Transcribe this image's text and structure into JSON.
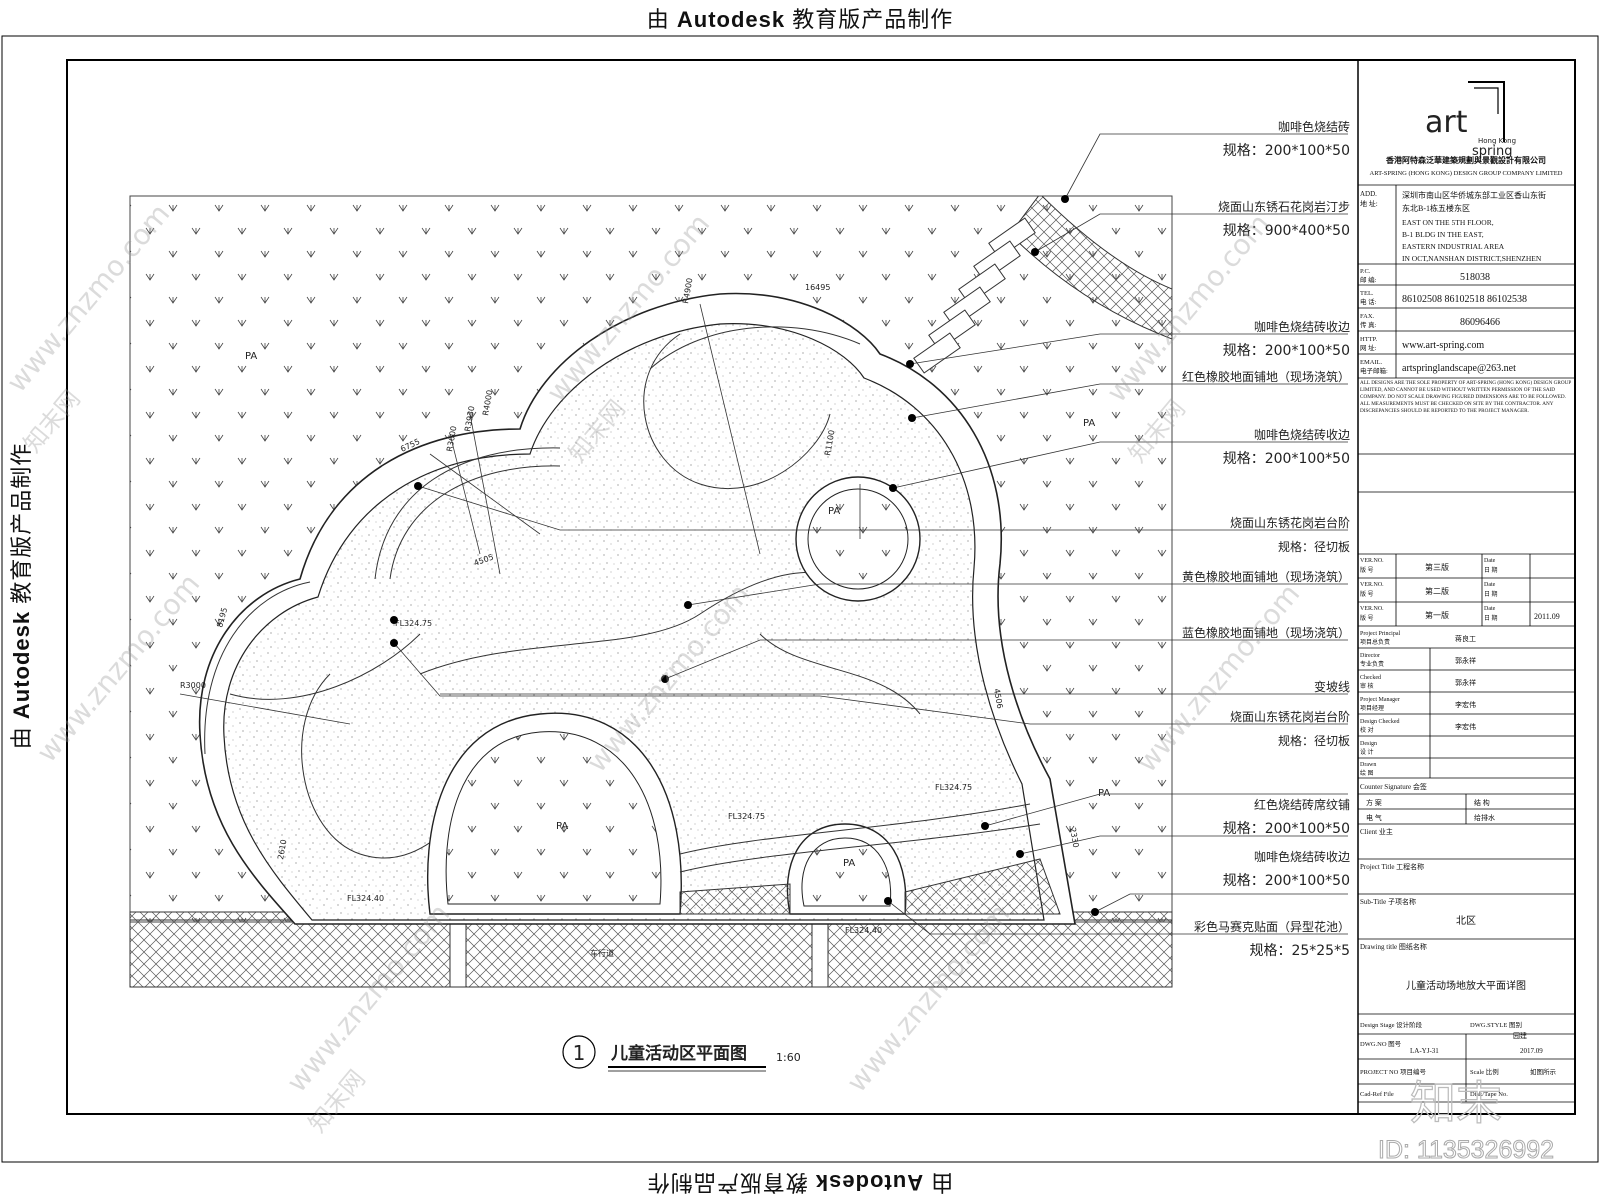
{
  "edu_banner": {
    "prefix": "由 ",
    "brand": "Autodesk",
    "suffix": " 教育版产品制作"
  },
  "drawing": {
    "title_number": "1",
    "title": "儿童活动区平面图",
    "scale": "1:60",
    "area_tag": "PA",
    "level_tags": [
      "FL324.75",
      "FL324.75",
      "FL324.75",
      "FL324.40",
      "FL324.40"
    ],
    "dimension_tags": [
      "16495",
      "R4900",
      "R4000",
      "R3930",
      "R3600",
      "6755",
      "4505",
      "R1100",
      "8195",
      "R3000",
      "2610",
      "4506",
      "2330"
    ],
    "road_label": "车行道"
  },
  "callouts": [
    {
      "name": "咖啡色烧结砖",
      "spec": "规格：200*100*50"
    },
    {
      "name": "烧面山东锈石花岗岩汀步",
      "spec": "规格：900*400*50"
    },
    {
      "name": "咖啡色烧结砖收边",
      "spec": "规格：200*100*50"
    },
    {
      "name": "红色橡胶地面铺地（现场浇筑）",
      "spec": ""
    },
    {
      "name": "咖啡色烧结砖收边",
      "spec": "规格：200*100*50"
    },
    {
      "name": "烧面山东锈花岗岩台阶",
      "spec": "规格：径切板"
    },
    {
      "name": "黄色橡胶地面铺地（现场浇筑）",
      "spec": ""
    },
    {
      "name": "蓝色橡胶地面铺地（现场浇筑）",
      "spec": ""
    },
    {
      "name": "变坡线",
      "spec": ""
    },
    {
      "name": "烧面山东锈花岗岩台阶",
      "spec": "规格：径切板"
    },
    {
      "name": "红色烧结砖席纹铺",
      "spec": "规格：200*100*50"
    },
    {
      "name": "咖啡色烧结砖收边",
      "spec": "规格：200*100*50"
    },
    {
      "name": "彩色马赛克贴面（异型花池）",
      "spec": "规格：25*25*5"
    }
  ],
  "title_block": {
    "logo_word_1": "art",
    "logo_word_2": "spring",
    "logo_small": "Hong Kong",
    "company_cn": "香港阿特森泛華建築規劃與景觀設計有限公司",
    "company_en": "ART-SPRING (HONG KONG) DESIGN GROUP COMPANY LIMITED",
    "add_label": "ADD.",
    "add_label_cn": "地  址:",
    "address_cn_1": "深圳市南山区华侨城东部工业区香山东街",
    "address_cn_2": "东北B-1栋五楼东区",
    "address_en_1": "EAST ON THE 5TH FLOOR,",
    "address_en_2": "B-1 BLDG IN THE EAST,",
    "address_en_3": "EASTERN INDUSTRIAL AREA",
    "address_en_4": "IN OCT,NANSHAN DISTRICT,SHENZHEN",
    "pc_label": "P.C.",
    "pc_label_cn": "邮  编:",
    "postcode": "518038",
    "tel_label": "TEL.",
    "tel_label_cn": "电  话:",
    "tel": "86102508  86102518  86102538",
    "fax_label": "FAX.",
    "fax_label_cn": "传  真:",
    "fax": "86096466",
    "http_label": "HTTP.",
    "http_label_cn": "网  址:",
    "website": "www.art-spring.com",
    "email_label": "EMAIL.",
    "email_label_cn": "电子邮箱:",
    "email": "artspringlandscape@263.net",
    "notes": "ALL DESIGNS ARE THE SOLE PROPERTY OF ART-SPRING (HONG KONG) DESIGN GROUP LIMITED, AND CANNOT BE USED WITHOUT WRITTEN PERMISSION OF THE SAID COMPANY. DO NOT SCALE DRAWING FIGURED DIMENSIONS ARE TO BE FOLLOWED. ALL MEASUREMENTS MUST BE CHECKED ON SITE BY THE CONTRACTOR. ANY DISCREPANCIES SHOULD BE REPORTED TO THE PROJECT MANAGER.",
    "versions": [
      {
        "ver_label": "VER.NO.",
        "ver_label_cn": "版  号",
        "ver": "第三版",
        "date_label": "Date",
        "date_label_cn": "日  期",
        "date": ""
      },
      {
        "ver_label": "VER.NO.",
        "ver_label_cn": "版  号",
        "ver": "第二版",
        "date_label": "Date",
        "date_label_cn": "日  期",
        "date": ""
      },
      {
        "ver_label": "VER.NO.",
        "ver_label_cn": "版  号",
        "ver": "第一版",
        "date_label": "Date",
        "date_label_cn": "日  期",
        "date": "2011.09"
      }
    ],
    "people": [
      {
        "role_en": "Project Principal",
        "role_cn": "项目总负责",
        "name": "蒋良工"
      },
      {
        "role_en": "Director",
        "role_cn": "专业负责",
        "name": "郭永祥"
      },
      {
        "role_en": "Checked",
        "role_cn": "审  核",
        "name": "郭永祥"
      },
      {
        "role_en": "Project Manager",
        "role_cn": "项目经理",
        "name": "李宏伟"
      },
      {
        "role_en": "Design Checked",
        "role_cn": "校  对",
        "name": "李宏伟"
      },
      {
        "role_en": "Design",
        "role_cn": "设  计",
        "name": ""
      },
      {
        "role_en": "Drawn",
        "role_cn": "绘  图",
        "name": ""
      }
    ],
    "counter_signature": "Counter Signature  会签",
    "countersign_rows": [
      {
        "left": "方  案",
        "right": "结  构"
      },
      {
        "left": "电  气",
        "right": "给排水"
      }
    ],
    "client_label": "Client  业主",
    "project_title_label": "Project Title  工程名称",
    "subtitle_label": "Sub-Title  子项名称",
    "subtitle_value": "北区",
    "drawing_title_label": "Drawing title  图纸名称",
    "drawing_title_value": "儿童活动场地放大平面详图",
    "design_stage_label": "Design Stage  设计阶段",
    "dwg_style_label": "DWG.STYLE  图别",
    "dwg_style_value": "园建",
    "dwg_no_label": "DWG.NO  图号",
    "dwg_no_value": "LA-YJ-31",
    "date_value": "2017.09",
    "project_no_label": "PROJECT NO  项目编号",
    "scale_label": "Scale  比例",
    "scale_value": "如图所示",
    "cad_ref_label": "Cad-Ref File",
    "disk_label": "Disk/Tape No."
  },
  "watermark": {
    "site": "www.znzmo.com",
    "brand": "知末网",
    "corner_logo": "知末",
    "id_text": "ID: 1135326992"
  }
}
